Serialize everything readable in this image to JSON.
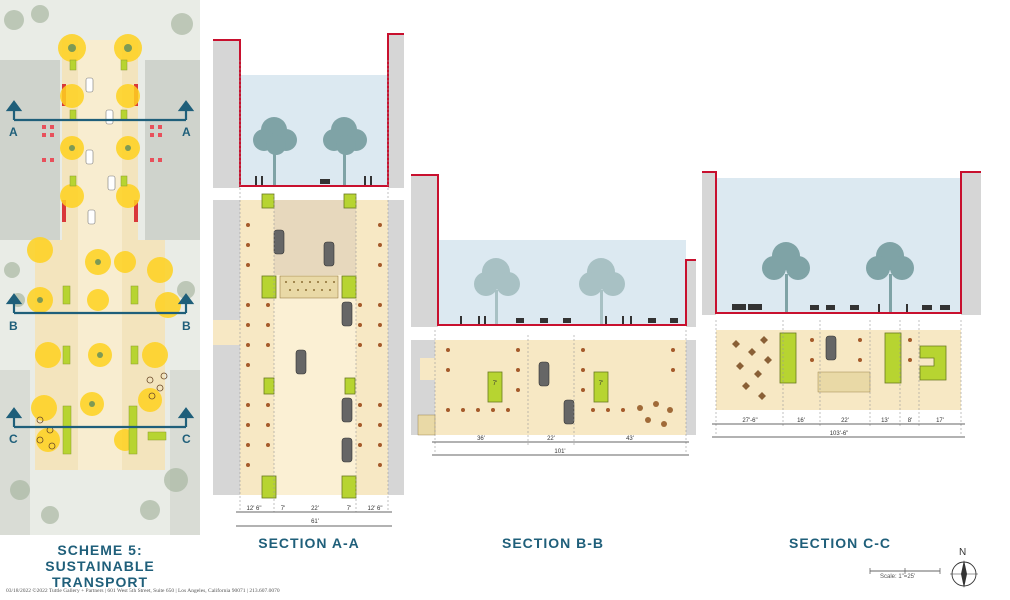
{
  "scheme": {
    "line1": "SCHEME 5:",
    "line2": "SUSTAINABLE",
    "line3": "TRANSPORT"
  },
  "plan_markers": {
    "a_left": "A",
    "a_right": "A",
    "b_left": "B",
    "b_right": "B",
    "c_left": "C",
    "c_right": "C"
  },
  "section_a": {
    "title": "SECTION A-A",
    "dims": [
      "12' 6\"",
      "7'",
      "22'",
      "7'",
      "12' 6\""
    ],
    "total": "61'"
  },
  "section_b": {
    "title": "SECTION B-B",
    "dims": [
      "36'",
      "22'",
      "43'"
    ],
    "inner": [
      "7'",
      "7'"
    ],
    "total": "101'"
  },
  "section_c": {
    "title": "SECTION C-C",
    "dims": [
      "27'-6\"",
      "16'",
      "22'",
      "13'",
      "8'",
      "17'"
    ],
    "total": "103'-6\""
  },
  "north": "N",
  "scale": "Scale: 1\"=25'",
  "footer": "03/18/2022  ©2022 Tuttle Gallery + Partners  |  601 West 5th Street, Suite 650  |  Los Angeles, California 90071  |  213.607.0070",
  "colors": {
    "title": "#1f5f7a",
    "red_outline": "#c8102e",
    "paving": "#f7e8c4",
    "green_planter": "#b7d431",
    "sky": "#dce9f1",
    "tree": "#7fa3a6",
    "building": "#d6d6d6",
    "canopy": "#ffd21f"
  }
}
